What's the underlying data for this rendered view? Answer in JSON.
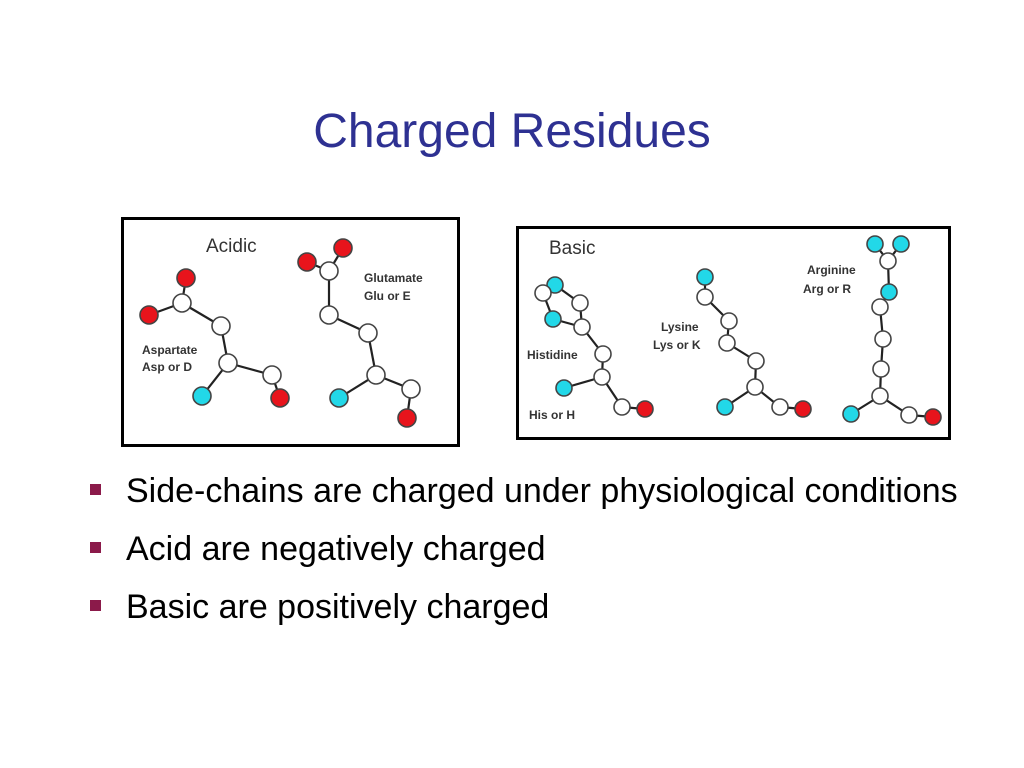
{
  "title": "Charged Residues",
  "colors": {
    "title": "#2e3192",
    "bullet": "#8b1a4a",
    "oxygen": "#e8141c",
    "nitrogen": "#22d8e8",
    "carbon": "#ffffff"
  },
  "acidic": {
    "heading": "Acidic",
    "aspartate": {
      "name": "Aspartate",
      "code": "Asp  or  D"
    },
    "glutamate": {
      "name": "Glutamate",
      "code": "Glu  or  E"
    }
  },
  "basic": {
    "heading": "Basic",
    "histidine": {
      "name": "Histidine",
      "code": "His  or  H"
    },
    "lysine": {
      "name": "Lysine",
      "code": "Lys or  K"
    },
    "arginine": {
      "name": "Arginine",
      "code": "Arg  or  R"
    }
  },
  "bullets": [
    "Side-chains are charged under physiological conditions",
    "Acid are negatively charged",
    "Basic are positively charged"
  ]
}
